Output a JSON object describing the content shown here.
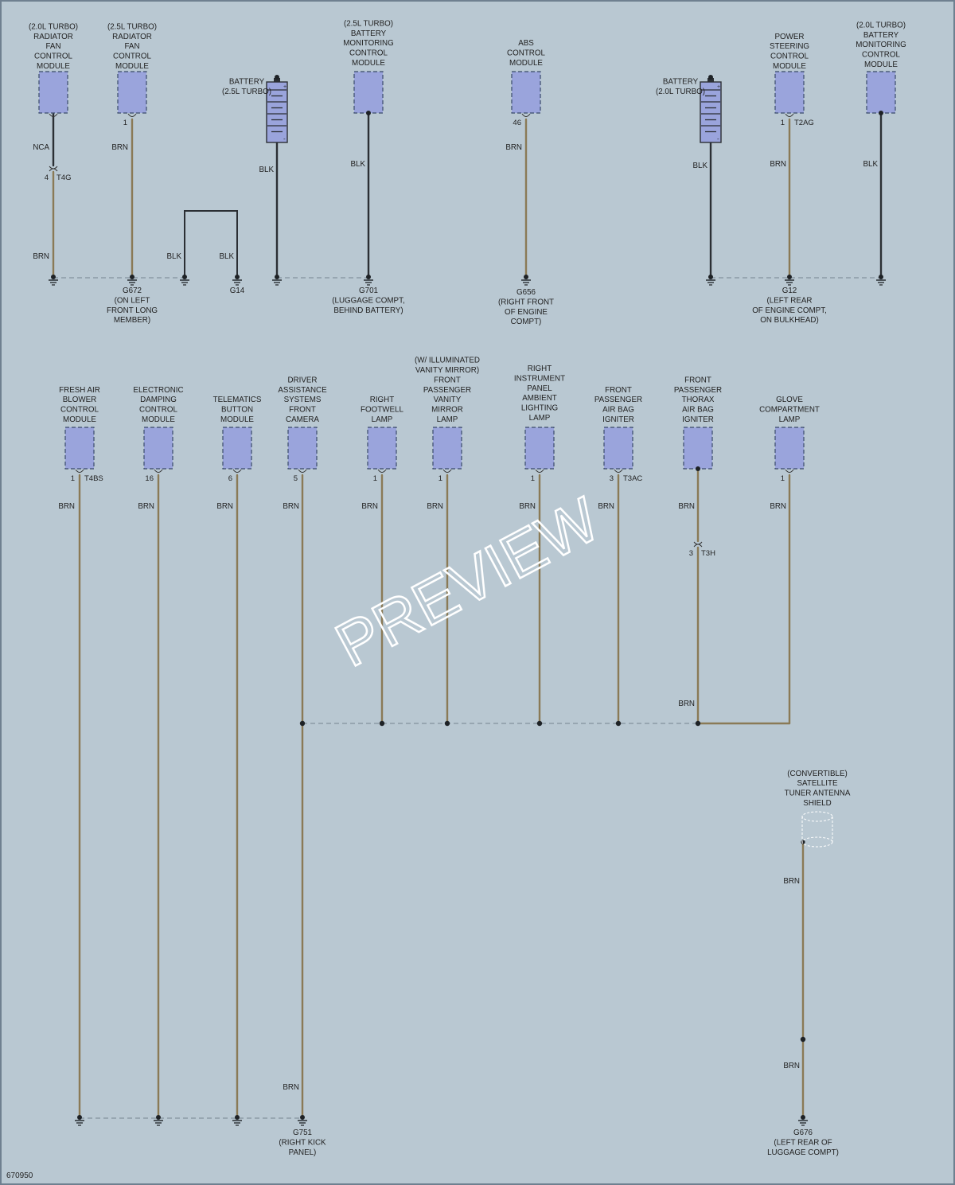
{
  "page": {
    "code": "670950",
    "watermark": "PREVIEW",
    "colors": {
      "background": "#b9c8d2",
      "border": "#6f8090",
      "module_fill": "#9aa4dc",
      "wire_brn": "#8a7a56",
      "wire_blk": "#2b2f34",
      "text": "#222222"
    }
  },
  "components": [
    {
      "id": "rad_fan_20",
      "lines": [
        "(2.0L TURBO)",
        "RADIATOR",
        "FAN",
        "CONTROL",
        "MODULE"
      ],
      "pin": "",
      "connector": "",
      "shape": "module"
    },
    {
      "id": "rad_fan_25",
      "lines": [
        "(2.5L TURBO)",
        "RADIATOR",
        "FAN",
        "CONTROL",
        "MODULE"
      ],
      "pin": "1",
      "connector": "",
      "shape": "module"
    },
    {
      "id": "battery_25",
      "lines": [
        "BATTERY",
        "(2.5L TURBO)"
      ],
      "pin": "",
      "connector": "",
      "shape": "battery"
    },
    {
      "id": "bmcm_25",
      "lines": [
        "(2.5L TURBO)",
        "BATTERY",
        "MONITORING",
        "CONTROL",
        "MODULE"
      ],
      "pin": "",
      "connector": "",
      "shape": "module"
    },
    {
      "id": "abs",
      "lines": [
        "ABS",
        "CONTROL",
        "MODULE"
      ],
      "pin": "46",
      "connector": "",
      "shape": "module"
    },
    {
      "id": "battery_20",
      "lines": [
        "BATTERY",
        "(2.0L TURBO)"
      ],
      "pin": "",
      "connector": "",
      "shape": "battery"
    },
    {
      "id": "pscm",
      "lines": [
        "POWER",
        "STEERING",
        "CONTROL",
        "MODULE"
      ],
      "pin": "1",
      "connector": "T2AG",
      "shape": "module"
    },
    {
      "id": "bmcm_20",
      "lines": [
        "(2.0L TURBO)",
        "BATTERY",
        "MONITORING",
        "CONTROL",
        "MODULE"
      ],
      "pin": "",
      "connector": "",
      "shape": "module"
    },
    {
      "id": "fresh_air",
      "lines": [
        "FRESH AIR",
        "BLOWER",
        "CONTROL",
        "MODULE"
      ],
      "pin": "1",
      "connector": "T4BS",
      "shape": "module"
    },
    {
      "id": "damping",
      "lines": [
        "ELECTRONIC",
        "DAMPING",
        "CONTROL",
        "MODULE"
      ],
      "pin": "16",
      "connector": "",
      "shape": "module"
    },
    {
      "id": "telematics",
      "lines": [
        "TELEMATICS",
        "BUTTON",
        "MODULE"
      ],
      "pin": "6",
      "connector": "",
      "shape": "module"
    },
    {
      "id": "camera",
      "lines": [
        "DRIVER",
        "ASSISTANCE",
        "SYSTEMS",
        "FRONT",
        "CAMERA"
      ],
      "pin": "5",
      "connector": "",
      "shape": "module"
    },
    {
      "id": "footwell",
      "lines": [
        "RIGHT",
        "FOOTWELL",
        "LAMP"
      ],
      "pin": "1",
      "connector": "",
      "shape": "module"
    },
    {
      "id": "vanity",
      "lines": [
        "(W/ ILLUMINATED",
        "VANITY MIRROR)",
        "FRONT",
        "PASSENGER",
        "VANITY",
        "MIRROR",
        "LAMP"
      ],
      "pin": "1",
      "connector": "",
      "shape": "module"
    },
    {
      "id": "ambient",
      "lines": [
        "RIGHT",
        "INSTRUMENT",
        "PANEL",
        "AMBIENT",
        "LIGHTING",
        "LAMP"
      ],
      "pin": "1",
      "connector": "",
      "shape": "module"
    },
    {
      "id": "airbag",
      "lines": [
        "FRONT",
        "PASSENGER",
        "AIR BAG",
        "IGNITER"
      ],
      "pin": "3",
      "connector": "T3AC",
      "shape": "module"
    },
    {
      "id": "thorax",
      "lines": [
        "FRONT",
        "PASSENGER",
        "THORAX",
        "AIR BAG",
        "IGNITER"
      ],
      "pin": "",
      "connector": "",
      "shape": "module"
    },
    {
      "id": "glove",
      "lines": [
        "GLOVE",
        "COMPARTMENT",
        "LAMP"
      ],
      "pin": "1",
      "connector": "",
      "shape": "module"
    },
    {
      "id": "satellite",
      "lines": [
        "(CONVERTIBLE)",
        "SATELLITE",
        "TUNER ANTENNA",
        "SHIELD"
      ],
      "pin": "",
      "connector": "",
      "shape": "shield"
    }
  ],
  "wire_labels": [
    {
      "id": "w_nca",
      "text": "NCA"
    },
    {
      "id": "w_rad20_brn",
      "text": "BRN"
    },
    {
      "id": "w_rad25_brn",
      "text": "BRN"
    },
    {
      "id": "w_jump_blk1",
      "text": "BLK"
    },
    {
      "id": "w_jump_blk2",
      "text": "BLK"
    },
    {
      "id": "w_bat25_blk",
      "text": "BLK"
    },
    {
      "id": "w_bmcm25_blk",
      "text": "BLK"
    },
    {
      "id": "w_abs_brn",
      "text": "BRN"
    },
    {
      "id": "w_bat20_blk",
      "text": "BLK"
    },
    {
      "id": "w_pscm_brn",
      "text": "BRN"
    },
    {
      "id": "w_bmcm20_blk",
      "text": "BLK"
    },
    {
      "id": "w_fresh_brn",
      "text": "BRN"
    },
    {
      "id": "w_damp_brn",
      "text": "BRN"
    },
    {
      "id": "w_tele_brn",
      "text": "BRN"
    },
    {
      "id": "w_cam_brn",
      "text": "BRN"
    },
    {
      "id": "w_foot_brn",
      "text": "BRN"
    },
    {
      "id": "w_vanity_brn",
      "text": "BRN"
    },
    {
      "id": "w_amb_brn",
      "text": "BRN"
    },
    {
      "id": "w_airbag_brn",
      "text": "BRN"
    },
    {
      "id": "w_thorax_brn",
      "text": "BRN"
    },
    {
      "id": "w_thorax_brn2",
      "text": "BRN"
    },
    {
      "id": "w_glove_brn",
      "text": "BRN"
    },
    {
      "id": "w_cam_brn2",
      "text": "BRN"
    },
    {
      "id": "w_sat_brn",
      "text": "BRN"
    },
    {
      "id": "w_sat_brn2",
      "text": "BRN"
    }
  ],
  "inline_connectors": [
    {
      "id": "c_t4g",
      "pin": "4",
      "name": "T4G"
    },
    {
      "id": "c_t3h",
      "pin": "3",
      "name": "T3H"
    }
  ],
  "grounds": [
    {
      "id": "g672",
      "lines": [
        "G672",
        "(ON LEFT",
        "FRONT LONG",
        "MEMBER)"
      ]
    },
    {
      "id": "g14",
      "lines": [
        "G14"
      ]
    },
    {
      "id": "g701",
      "lines": [
        "G701",
        "(LUGGAGE COMPT,",
        "BEHIND BATTERY)"
      ]
    },
    {
      "id": "g656",
      "lines": [
        "G656",
        "(RIGHT FRONT",
        "OF ENGINE",
        "COMPT)"
      ]
    },
    {
      "id": "g12",
      "lines": [
        "G12",
        "(LEFT REAR",
        "OF ENGINE COMPT,",
        "ON BULKHEAD)"
      ]
    },
    {
      "id": "g751",
      "lines": [
        "G751",
        "(RIGHT KICK",
        "PANEL)"
      ]
    },
    {
      "id": "g676",
      "lines": [
        "G676",
        "(LEFT REAR OF",
        "LUGGAGE COMPT)"
      ]
    }
  ]
}
